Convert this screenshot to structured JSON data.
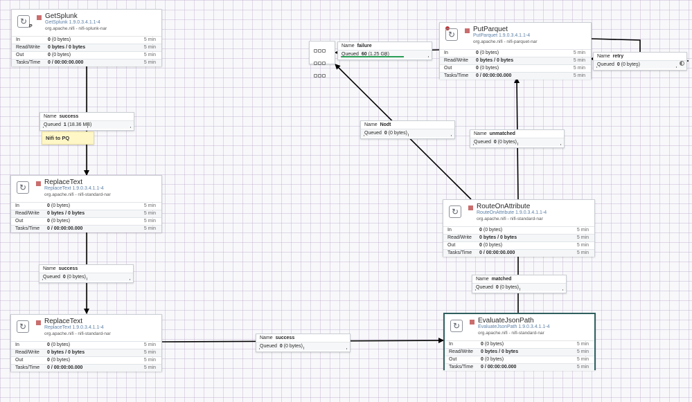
{
  "common": {
    "in_label": "In",
    "rw_label": "Read/Write",
    "out_label": "Out",
    "tasks_label": "Tasks/Time",
    "name_label": "Name",
    "queued_label": "Queued"
  },
  "processors": {
    "getsplunk": {
      "name": "GetSplunk",
      "type": "GetSplunk 1.9.0.3.4.1.1-4",
      "bundle": "org.apache.nifi - nifi-splunk-nar",
      "badge": "P",
      "in_count": "0",
      "in_size": "(0 bytes)",
      "in_time": "5 min",
      "rw_value": "0 bytes / 0 bytes",
      "rw_time": "5 min",
      "out_count": "0",
      "out_size": "(0 bytes)",
      "out_time": "5 min",
      "tasks_value": "0 / 00:00:00.000",
      "tasks_time": "5 min"
    },
    "replacetext1": {
      "name": "ReplaceText",
      "type": "ReplaceText 1.9.0.3.4.1.1-4",
      "bundle": "org.apache.nifi - nifi-standard-nar",
      "in_count": "0",
      "in_size": "(0 bytes)",
      "in_time": "5 min",
      "rw_value": "0 bytes / 0 bytes",
      "rw_time": "5 min",
      "out_count": "0",
      "out_size": "(0 bytes)",
      "out_time": "5 min",
      "tasks_value": "0 / 00:00:00.000",
      "tasks_time": "5 min"
    },
    "replacetext2": {
      "name": "ReplaceText",
      "type": "ReplaceText 1.9.0.3.4.1.1-4",
      "bundle": "org.apache.nifi - nifi-standard-nar",
      "in_count": "0",
      "in_size": "(0 bytes)",
      "in_time": "5 min",
      "rw_value": "0 bytes / 0 bytes",
      "rw_time": "5 min",
      "out_count": "0",
      "out_size": "(0 bytes)",
      "out_time": "5 min",
      "tasks_value": "0 / 00:00:00.000",
      "tasks_time": "5 min"
    },
    "putparquet": {
      "name": "PutParquet",
      "type": "PutParquet 1.9.0.3.4.1.1-4",
      "bundle": "org.apache.nifi - nifi-parquet-nar",
      "in_count": "0",
      "in_size": "(0 bytes)",
      "in_time": "5 min",
      "rw_value": "0 bytes / 0 bytes",
      "rw_time": "5 min",
      "out_count": "0",
      "out_size": "(0 bytes)",
      "out_time": "5 min",
      "tasks_value": "0 / 00:00:00.000",
      "tasks_time": "5 min"
    },
    "routeonattribute": {
      "name": "RouteOnAttribute",
      "type": "RouteOnAttribute 1.9.0.3.4.1.1-4",
      "bundle": "org.apache.nifi - nifi-standard-nar",
      "in_count": "0",
      "in_size": "(0 bytes)",
      "in_time": "5 min",
      "rw_value": "0 bytes / 0 bytes",
      "rw_time": "5 min",
      "out_count": "0",
      "out_size": "(0 bytes)",
      "out_time": "5 min",
      "tasks_value": "0 / 00:00:00.000",
      "tasks_time": "5 min"
    },
    "evaluatejsonpath": {
      "name": "EvaluateJsonPath",
      "type": "EvaluateJsonPath 1.9.0.3.4.1.1-4",
      "bundle": "org.apache.nifi - nifi-standard-nar",
      "in_count": "0",
      "in_size": "(0 bytes)",
      "in_time": "5 min",
      "rw_value": "0 bytes / 0 bytes",
      "rw_time": "5 min",
      "out_count": "0",
      "out_size": "(0 bytes)",
      "out_time": "5 min",
      "tasks_value": "0 / 00:00:00.000",
      "tasks_time": "5 min"
    }
  },
  "connections": {
    "success1": {
      "name": "success",
      "queued_count": "1",
      "queued_size": "(18.36 MB)"
    },
    "success2": {
      "name": "success",
      "queued_count": "0",
      "queued_size": "(0 bytes)"
    },
    "success3": {
      "name": "success",
      "queued_count": "0",
      "queued_size": "(0 bytes)"
    },
    "failure": {
      "name": "failure",
      "queued_count": "60",
      "queued_size": "(1.25 GB)",
      "fill_fraction": 0.72
    },
    "retry": {
      "name": "retry",
      "queued_count": "0",
      "queued_size": "(0 bytes)"
    },
    "nodt": {
      "name": "Nodt",
      "queued_count": "0",
      "queued_size": "(0 bytes)"
    },
    "unmatched": {
      "name": "unmatched",
      "queued_count": "0",
      "queued_size": "(0 bytes)"
    },
    "matched": {
      "name": "matched",
      "queued_count": "0",
      "queued_size": "(0 bytes)"
    }
  },
  "label_note": "Nifi to PQ"
}
